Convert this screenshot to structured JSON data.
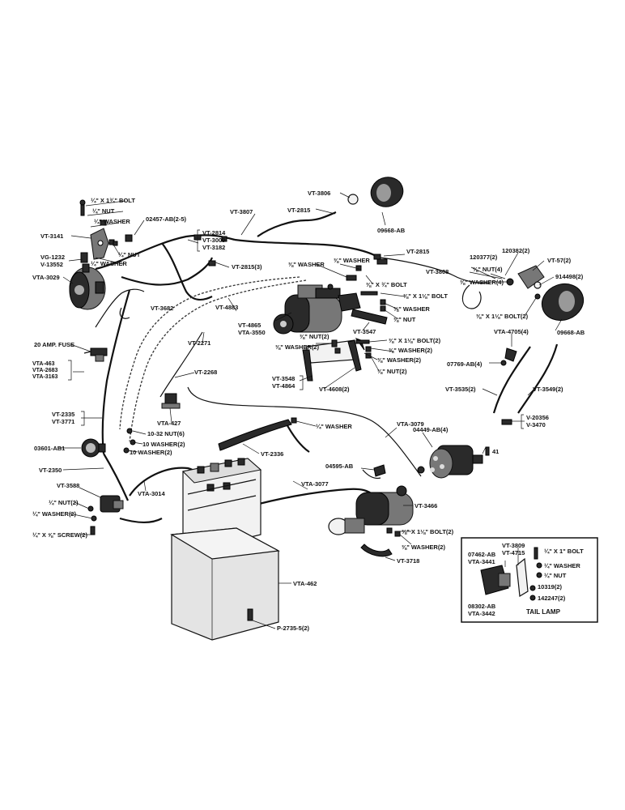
{
  "labels": {
    "bolt_top": "¼\" X 1¾\" BOLT",
    "nut_top": "¼\" NUT",
    "washer_top": "¼\" WASHER",
    "part_02457": "02457-AB(2-5)",
    "vt_3141": "VT-3141",
    "nut_left": "¼\" NUT",
    "washer_left": "¼\" WASHER",
    "vg_1232": "VG-1232",
    "v_13552": "V-13552",
    "vta_3029": "VTA-3029",
    "vt_2814": "VT-2814",
    "vt_3009": "VT-3009",
    "vt_3182": "VT-3182",
    "vt_2815_3": "VT-2815(3)",
    "vt_3807": "VT-3807",
    "vt_3806": "VT-3806",
    "vt_2815_a": "VT-2815",
    "part_09668_top": "09668-AB",
    "vt_2815_b": "VT-2815",
    "washer_mid_a": "⅜\" WASHER",
    "washer_mid_b": "⅜\" WASHER",
    "bolt_mid": "⅜\" X ¾\" BOLT",
    "bolt_mid2": "⅜\" X 1⅛\" BOLT",
    "washer_mid_c": "⅜\" WASHER",
    "nut_mid": "⅜\" NUT",
    "vt_3808": "VT-3808",
    "part_120377": "120377(2)",
    "part_120382": "120382(2)",
    "vt_57": "VT-57(2)",
    "nut_right": "⅜\" NUT(4)",
    "washer_right": "⅜\" WASHER(4)",
    "part_914498": "914498(2)",
    "bolt_right": "⅜\" X 1⅛\" BOLT(2)",
    "part_09668_right": "09668-AB",
    "vt_3682": "VT-3682",
    "vt_4883": "VT-4883",
    "vt_3547": "VT-3547",
    "vt_4865": "VT-4865",
    "vta_3550": "VTA-3550",
    "nut_gen": "⅜\" NUT(2)",
    "washer_gen": "⅜\" WASHER(2)",
    "bolt_gen": "⅜\" X 1⅛\" BOLT(2)",
    "washer_gen2": "⅜\" WASHER(2)",
    "washer_gen3": "⅜\" WASHER(2)",
    "nut_gen2": "⅜\" NUT(2)",
    "vta_4705": "VTA-4705(4)",
    "part_07769": "07769-AB(4)",
    "vt_2271": "VT-2271",
    "fuse": "20 AMP. FUSE",
    "vta_463": "VTA-463",
    "vta_2683": "VTA-2683",
    "vta_3163": "VTA-3163",
    "vt_2268": "VT-2268",
    "vt_3548": "VT-3548",
    "vt_4864": "VT-4864",
    "vt_4608": "VT-4608(2)",
    "vt_3535": "VT-3535(2)",
    "vt_3549": "VT-3549(2)",
    "vt_2335": "VT-2335",
    "vt_3771": "VT-3771",
    "vta_427": "VTA-427",
    "v_20356": "V-20356",
    "v_3470": "V-3470",
    "washer_cable": "¼\" WASHER",
    "vta_3079": "VTA-3079",
    "nut_1032": "10-32 NUT(6)",
    "washer_10a": "10 WASHER(2)",
    "washer_10b": "10 WASHER(2)",
    "part_03601": "03601-AB1",
    "vt_2336": "VT-2336",
    "part_04449": "04449-AB(4)",
    "num_41": "41",
    "vt_2350": "VT-2350",
    "part_04595": "04595-AB",
    "vt_3588": "VT-3588",
    "vta_3014": "VTA-3014",
    "vta_3077": "VTA-3077",
    "nut_low": "¼\" NUT(2)",
    "washer_low": "¼\" WASHER(2)",
    "screw_low": "¼\" X ⅝\" SCREW(2)",
    "vt_3466": "VT-3466",
    "bolt_starter": "⅜\" X 1⅛\" BOLT(2)",
    "washer_starter": "⅜\" WASHER(2)",
    "vt_3718": "VT-3718",
    "vta_462": "VTA-462",
    "p_2735": "P-2735-5(2)"
  },
  "inset": {
    "vt_3809": "VT-3809",
    "vt_4715": "VT-4715",
    "part_07462": "07462-AB",
    "vta_3441": "VTA-3441",
    "bolt": "¼\" X 1\" BOLT",
    "washer": "¼\" WASHER",
    "nut": "¼\" NUT",
    "part_10319": "10319(2)",
    "part_142247": "142247(2)",
    "part_08302": "08302-AB",
    "vta_3442": "VTA-3442",
    "title": "TAIL LAMP"
  }
}
